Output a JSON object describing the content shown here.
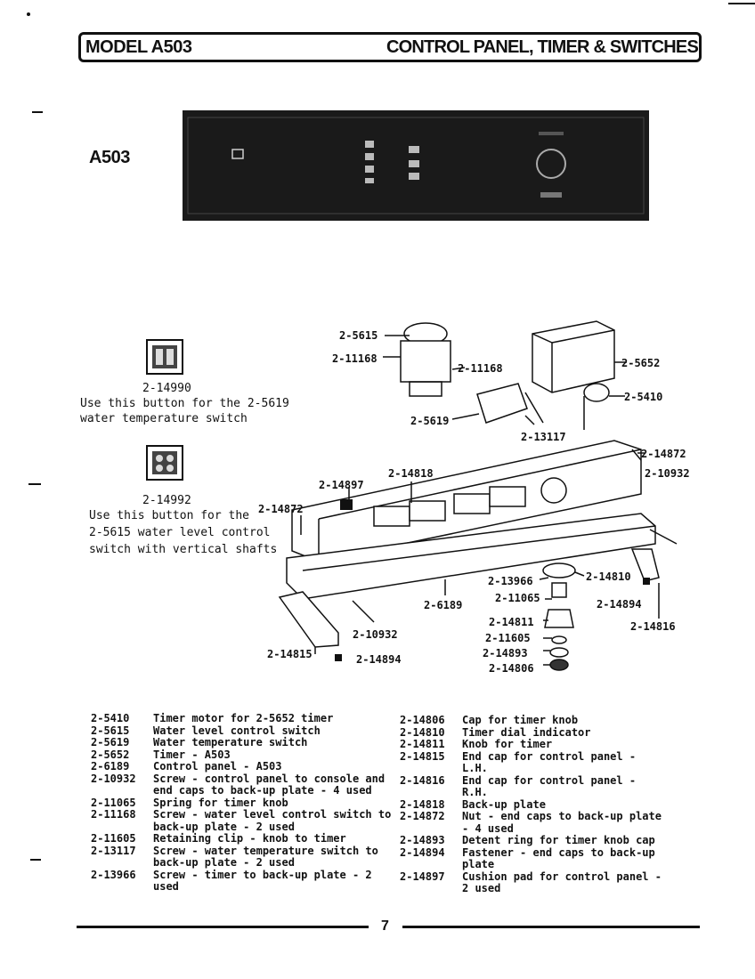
{
  "header": {
    "model": "MODEL A503",
    "section": "CONTROL PANEL, TIMER & SWITCHES"
  },
  "model_label": "A503",
  "notes": [
    {
      "part": "2-14990",
      "lines": [
        "Use this button for the 2-5619",
        "water temperature switch"
      ]
    },
    {
      "part": "2-14992",
      "lines": [
        "Use this button for the",
        "2-5615 water level control",
        "switch with vertical shafts"
      ]
    }
  ],
  "callouts": [
    "2-5615",
    "2-11168",
    "2-11168",
    "2-5652",
    "2-5410",
    "2-5619",
    "2-13117",
    "2-14872",
    "2-10932",
    "2-14818",
    "2-14897",
    "2-14872",
    "2-13966",
    "2-14810",
    "2-11065",
    "2-6189",
    "2-14894",
    "2-14811",
    "2-14816",
    "2-10932",
    "2-11605",
    "2-14893",
    "2-14815",
    "2-14894",
    "2-14806"
  ],
  "parts_left": [
    {
      "pn": "2-5410",
      "desc": "Timer motor for 2-5652 timer"
    },
    {
      "pn": "2-5615",
      "desc": "Water level control switch"
    },
    {
      "pn": "2-5619",
      "desc": "Water temperature switch"
    },
    {
      "pn": "2-5652",
      "desc": "Timer - A503"
    },
    {
      "pn": "2-6189",
      "desc": "Control panel - A503"
    },
    {
      "pn": "2-10932",
      "desc": "Screw - control panel to console and end caps to back-up plate - 4 used"
    },
    {
      "pn": "2-11065",
      "desc": "Spring for timer knob"
    },
    {
      "pn": "2-11168",
      "desc": "Screw - water level control switch to back-up plate - 2 used"
    },
    {
      "pn": "2-11605",
      "desc": "Retaining clip - knob to timer"
    },
    {
      "pn": "2-13117",
      "desc": "Screw - water temperature switch to back-up plate - 2 used"
    },
    {
      "pn": "2-13966",
      "desc": "Screw - timer to back-up plate - 2 used"
    }
  ],
  "parts_right": [
    {
      "pn": "2-14806",
      "desc": "Cap for timer knob"
    },
    {
      "pn": "2-14810",
      "desc": "Timer dial indicator"
    },
    {
      "pn": "2-14811",
      "desc": "Knob for timer"
    },
    {
      "pn": "2-14815",
      "desc": "End cap for control panel - L.H."
    },
    {
      "pn": "2-14816",
      "desc": "End cap for control panel - R.H."
    },
    {
      "pn": "2-14818",
      "desc": "Back-up plate"
    },
    {
      "pn": "2-14872",
      "desc": "Nut - end caps to back-up plate - 4 used"
    },
    {
      "pn": "2-14893",
      "desc": "Detent ring for timer knob cap"
    },
    {
      "pn": "2-14894",
      "desc": "Fastener - end caps to back-up plate"
    },
    {
      "pn": "2-14897",
      "desc": "Cushion pad for control panel - 2 used"
    }
  ],
  "page_number": "7"
}
